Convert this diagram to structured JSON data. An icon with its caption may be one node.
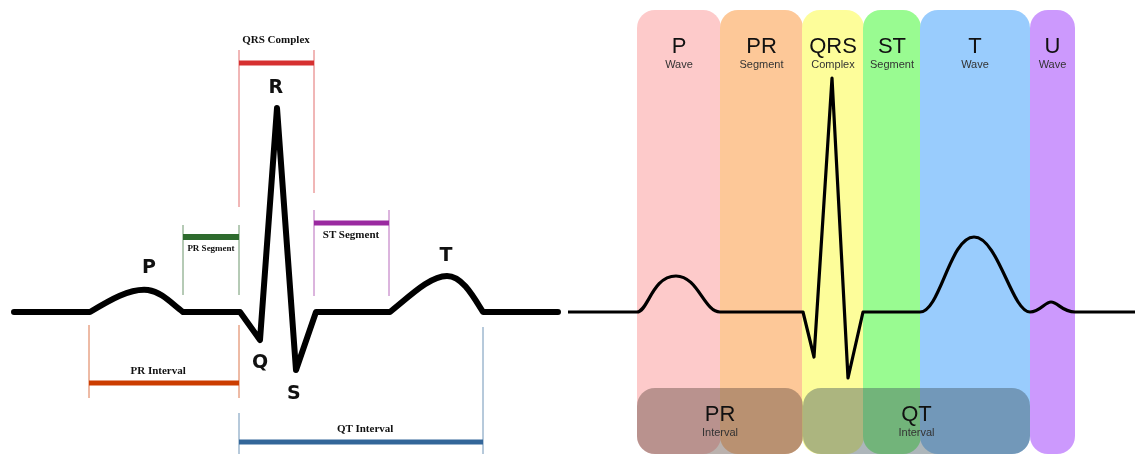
{
  "diagram": {
    "nodes": [
      {
        "text": [
          "P",
          "Wave"
        ]
      },
      {
        "text": [
          "PR",
          "Segment"
        ]
      },
      {
        "text": [
          "QRS",
          "Complex"
        ]
      },
      {
        "text": [
          "ST",
          "Segment"
        ]
      },
      {
        "text": [
          "T",
          "Wave"
        ]
      },
      {
        "text": [
          "U",
          "Wave"
        ]
      },
      {
        "text": [
          "PR",
          "Interval"
        ]
      },
      {
        "text": [
          "QT",
          "Interval"
        ]
      }
    ],
    "labels": [
      "QRS Complex",
      "R",
      "PR Segment",
      "ST Segment",
      "T",
      "P",
      "Q",
      "PR Interval",
      "S",
      "QT Interval"
    ]
  }
}
